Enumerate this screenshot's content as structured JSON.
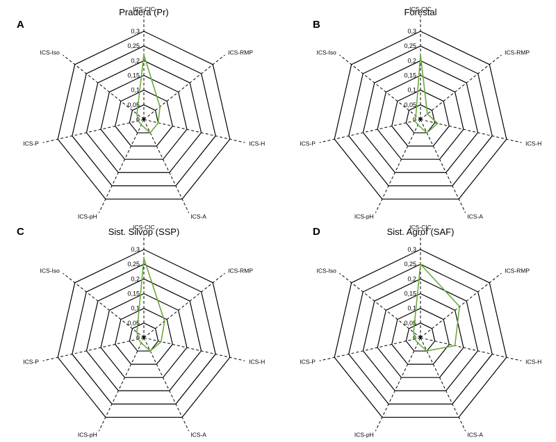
{
  "chart_data": [
    {
      "type": "radar",
      "panel": "A",
      "title": "Pradera (Pr)",
      "axes": [
        "ICS-CIC",
        "ICS-RMP",
        "ICS-H",
        "ICS-A",
        "ICS-pH",
        "ICS-P",
        "ICS-Iso"
      ],
      "ticks": [
        "0",
        "0,05",
        "0,1",
        "0,15",
        "0,2",
        "0,25",
        "0,3"
      ],
      "rmax": 0.3,
      "series": [
        {
          "values": [
            0.22,
            0.07,
            0.05,
            0.05,
            0.02,
            0.02,
            0.03
          ]
        }
      ],
      "series_color": "#6aaa3a"
    },
    {
      "type": "radar",
      "panel": "B",
      "title": "Forestal",
      "axes": [
        "ICS-CIC",
        "ICS-RMP",
        "ICS-H",
        "ICS-A",
        "ICS-pH",
        "ICS-P",
        "ICS-Iso"
      ],
      "ticks": [
        "0",
        "0,05",
        "0,1",
        "0,15",
        "0,2",
        "0,25",
        "0,3"
      ],
      "rmax": 0.3,
      "series": [
        {
          "values": [
            0.22,
            0.03,
            0.06,
            0.05,
            0.02,
            0.02,
            0.02
          ]
        }
      ],
      "series_color": "#6aaa3a"
    },
    {
      "type": "radar",
      "panel": "C",
      "title": "Sist. Silvop (SSP)",
      "axes": [
        "ICS-CIC",
        "ICS-RMP",
        "ICS-H",
        "ICS-A",
        "ICS-pH",
        "ICS-P",
        "ICS-Iso"
      ],
      "ticks": [
        "0",
        "0,05",
        "0,1",
        "0,15",
        "0,2",
        "0,25",
        "0,3"
      ],
      "rmax": 0.3,
      "series": [
        {
          "values": [
            0.27,
            0.09,
            0.06,
            0.05,
            0.02,
            0.02,
            0.03
          ]
        }
      ],
      "series_color": "#6aaa3a"
    },
    {
      "type": "radar",
      "panel": "D",
      "title": "Sist. Agrof (SAF)",
      "axes": [
        "ICS-CIC",
        "ICS-RMP",
        "ICS-H",
        "ICS-A",
        "ICS-pH",
        "ICS-P",
        "ICS-Iso"
      ],
      "ticks": [
        "0",
        "0,05",
        "0,1",
        "0,15",
        "0,2",
        "0,25",
        "0,3"
      ],
      "rmax": 0.3,
      "series": [
        {
          "values": [
            0.25,
            0.17,
            0.12,
            0.05,
            0.02,
            0.02,
            0.03
          ]
        }
      ],
      "series_color": "#6aaa3a"
    }
  ]
}
